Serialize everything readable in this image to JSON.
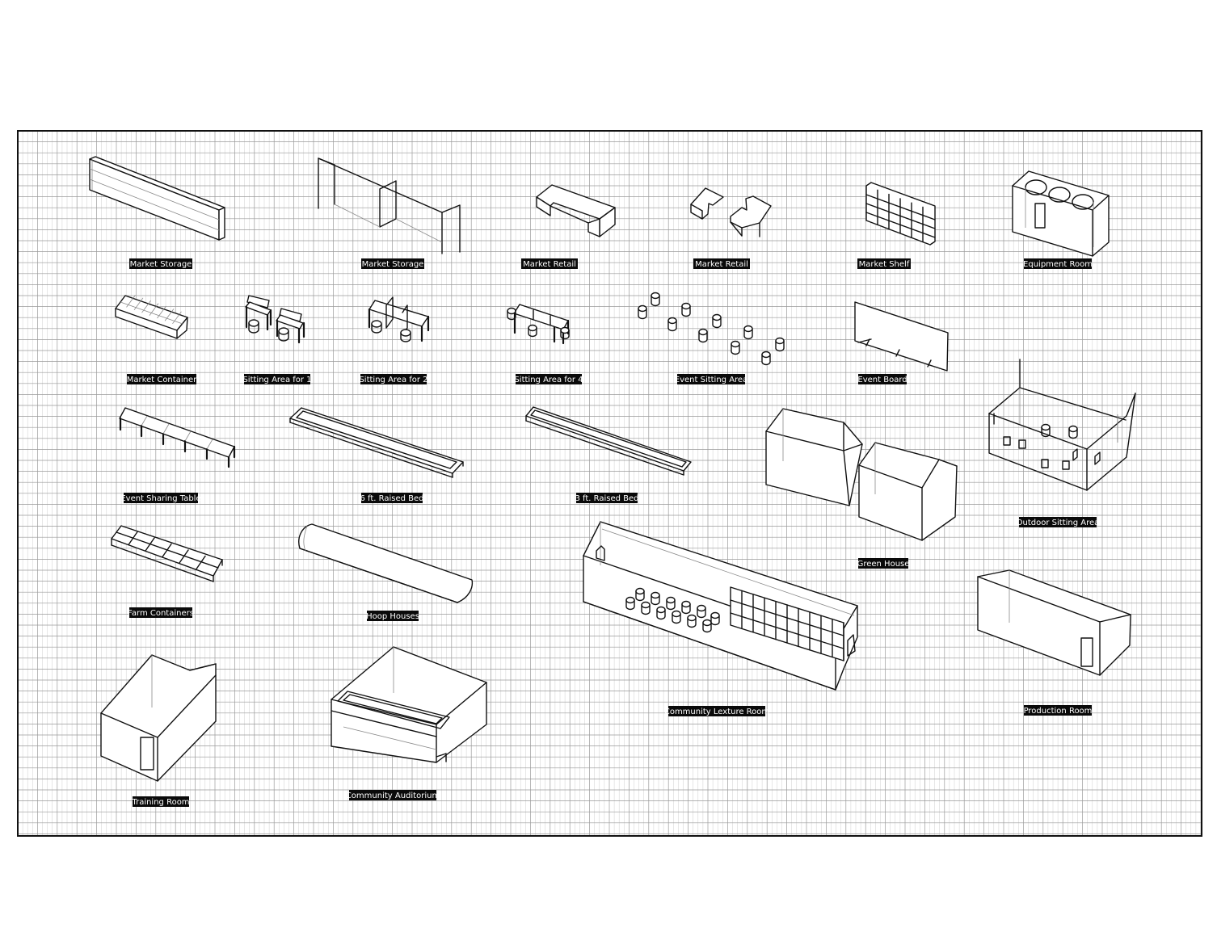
{
  "labels": {
    "market_storage_1": "Market Storage",
    "market_storage_2": "Market Storage",
    "market_retail_1": "Market Retail",
    "market_retail_2": "Market Retail",
    "market_shelf": "Market Shelf",
    "equipment_room": "Equipment Room",
    "market_container": "Market Container",
    "sitting_area_1": "Sitting Area for 1",
    "sitting_area_2": "Sitting Area for 2",
    "sitting_area_4": "Sitting Area for 4",
    "event_sitting_area": "Event Sitting Area",
    "event_board": "Event Board",
    "event_sharing_table": "Event Sharing Table",
    "raised_bed_6": "6 ft. Raised Bed",
    "raised_bed_3": "3 ft. Raised Bed",
    "outdoor_sitting_area": "Outdoor Sitting Area",
    "green_house": "Green House",
    "farm_containers": "Farm Containers",
    "hoop_houses": "Hoop Houses",
    "community_lecture_room": "Community Lexture Room",
    "production_room": "Production Room",
    "training_room": "Training Room",
    "community_auditorium": "Community Auditorium"
  },
  "colors": {
    "label_background": "#0a0a0a",
    "label_text": "#ffffff",
    "grid_major": "#9a9a9a",
    "grid_minor": "#cfcfcf",
    "frame": "#111111"
  }
}
